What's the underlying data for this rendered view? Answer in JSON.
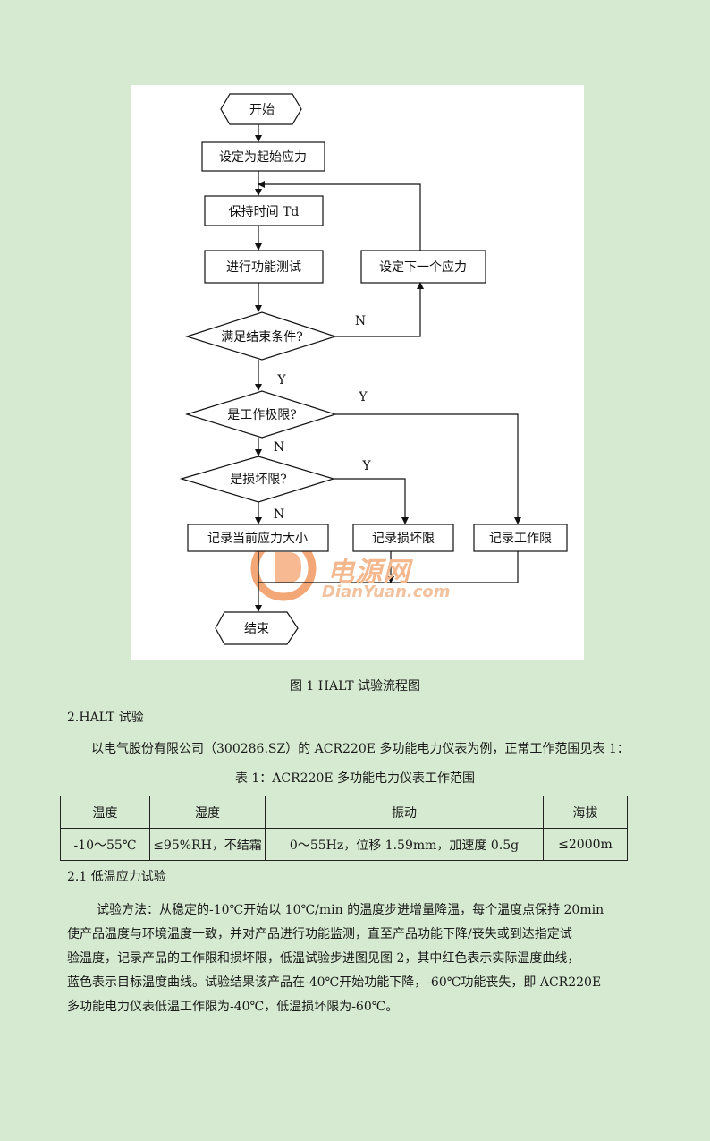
{
  "flowchart": {
    "start": "开始",
    "set_start": "设定为起始应力",
    "hold": "保持时间 Td",
    "func_test": "进行功能测试",
    "set_next": "设定下一个应力",
    "end_cond": "满足结束条件?",
    "n1": "N",
    "y1": "Y",
    "work_limit_q": "是工作极限?",
    "y2": "Y",
    "n2": "N",
    "damage_q": "是损坏限?",
    "y3": "Y",
    "n3": "N",
    "rec_stress": "记录当前应力大小",
    "rec_damage": "记录损坏限",
    "rec_work": "记录工作限",
    "end": "结束"
  },
  "watermark": {
    "brand": "电源网",
    "url": "DianYuan.com",
    "color": "#f4b88e"
  },
  "caption": "图 1  HALT 试验流程图",
  "section2": "2.HALT 试验",
  "intro": "以电气股份有限公司（300286.SZ）的 ACR220E 多功能电力仪表为例，正常工作范围见表 1：",
  "table": {
    "caption": "表 1：ACR220E 多功能电力仪表工作范围",
    "headers": [
      "温度",
      "湿度",
      "振动",
      "海拔"
    ],
    "row": [
      "-10～55℃",
      "≤95%RH，不结霜",
      "0～55Hz，位移 1.59mm，加速度 0.5g",
      "≤2000m"
    ]
  },
  "section21": "2.1 低温应力试验",
  "paragraph": [
    "试验方法：从稳定的-10℃开始以 10℃/min 的温度步进增量降温，每个温度点保持 20min",
    "使产品温度与环境温度一致，并对产品进行功能监测，直至产品功能下降/丧失或到达指定试",
    "验温度，记录产品的工作限和损坏限，低温试验步进图见图 2，其中红色表示实际温度曲线，",
    "蓝色表示目标温度曲线。试验结果该产品在-40℃开始功能下降，-60℃功能丧失，即 ACR220E",
    "多功能电力仪表低温工作限为-40℃，低温损坏限为-60℃。"
  ]
}
